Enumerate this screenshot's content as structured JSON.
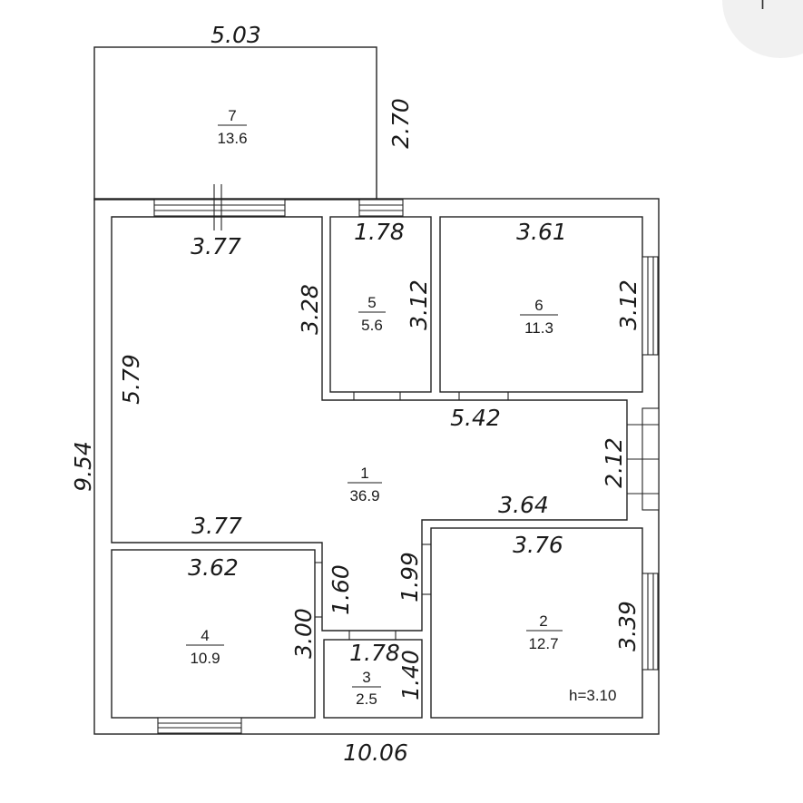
{
  "corner_mark": "I",
  "height_note": "h=3.10",
  "rooms": [
    {
      "id": "room-1",
      "number": "1",
      "area": "36.9"
    },
    {
      "id": "room-2",
      "number": "2",
      "area": "12.7"
    },
    {
      "id": "room-3",
      "number": "3",
      "area": "2.5"
    },
    {
      "id": "room-4",
      "number": "4",
      "area": "10.9"
    },
    {
      "id": "room-5",
      "number": "5",
      "area": "5.6"
    },
    {
      "id": "room-6",
      "number": "6",
      "area": "11.3"
    },
    {
      "id": "room-7",
      "number": "7",
      "area": "13.6"
    }
  ],
  "dimensions": {
    "balcony_width": "5.03",
    "balcony_depth": "2.70",
    "total_width": "10.06",
    "total_height": "9.54",
    "room1_top_width": "3.77",
    "room1_height": "5.79",
    "room1_left_wall": "3.28",
    "room1_bottom_width": "3.77",
    "corridor_width": "5.42",
    "corridor_height": "2.12",
    "corridor_lower_width": "3.64",
    "room1_passage_left": "1.60",
    "room1_passage_right": "1.99",
    "room5_width": "1.78",
    "room5_height": "3.12",
    "room6_width": "3.61",
    "room6_height": "3.12",
    "room4_width": "3.62",
    "room4_height": "3.00",
    "room3_width": "1.78",
    "room3_height": "1.40",
    "room2_width": "3.76",
    "room2_height": "3.39"
  }
}
